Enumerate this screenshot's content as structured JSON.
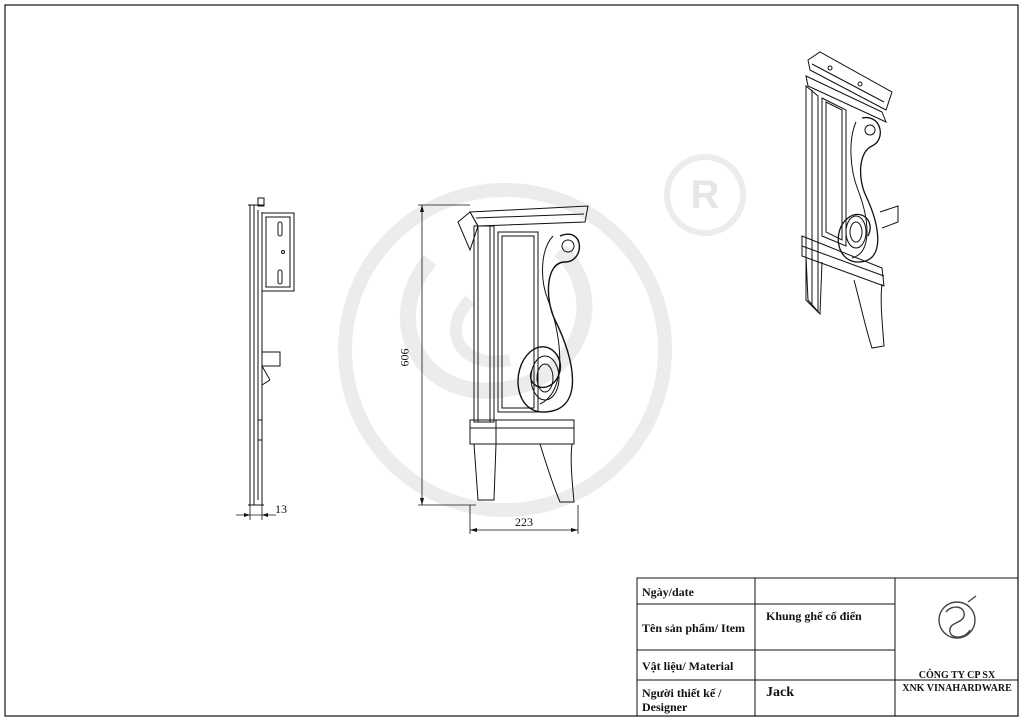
{
  "dimensions": {
    "height": "606",
    "width": "223",
    "thickness": "13"
  },
  "title_block": {
    "date_label": "Ngày/date",
    "date_value": "",
    "item_label": "Tên sản phẩm/ Item",
    "item_value": "Khung ghế cổ điển",
    "material_label": "Vật liệu/ Material",
    "material_value": "",
    "designer_label_line1": "Người thiết kế /",
    "designer_label_line2": "Designer",
    "designer_value": "Jack",
    "company_line1": "CÔNG TY CP SX",
    "company_line2": "XNK VINAHARDWARE"
  },
  "watermark": {
    "mark": "R"
  },
  "colors": {
    "line": "#111111",
    "watermark": "#e9e9e9",
    "background": "#ffffff"
  }
}
